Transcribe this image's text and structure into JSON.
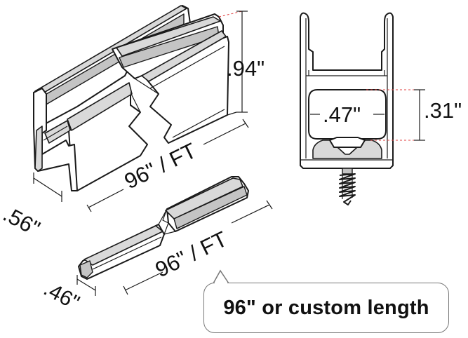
{
  "figure": {
    "top_profile": {
      "height_label": ".94\"",
      "width_label": ".56\"",
      "length_label": "96\" / FT"
    },
    "bottom_profile": {
      "width_label": ".46\"",
      "length_label": "96\" / FT"
    },
    "cross_section": {
      "opening_label": ".47\"",
      "opening_height_label": ".31\""
    },
    "callout": {
      "text": "96\" or custom length"
    }
  }
}
